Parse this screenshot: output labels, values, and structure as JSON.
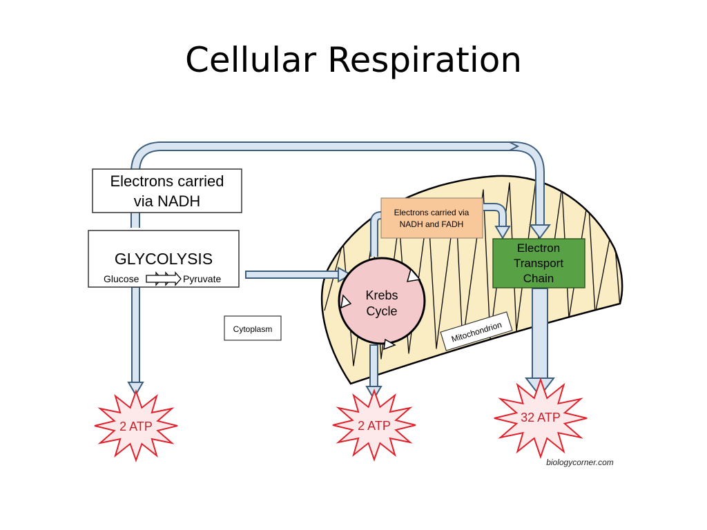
{
  "slide": {
    "title": "Cellular Respiration"
  },
  "diagram": {
    "electrons_nadh": {
      "line1": "Electrons carried",
      "line2": "via NADH"
    },
    "glycolysis": {
      "title": "GLYCOLYSIS",
      "glucose": "Glucose",
      "pyruvate": "Pyruvate"
    },
    "cytoplasm": "Cytoplasm",
    "electrons_nadh_fadh": {
      "line1": "Electrons carried via",
      "line2": "NADH and FADH"
    },
    "krebs": {
      "line1": "Krebs",
      "line2": "Cycle"
    },
    "etc": {
      "line1": "Electron",
      "line2": "Transport",
      "line3": "Chain"
    },
    "mitochondrion": "Mitochondrion",
    "atp_glycolysis": "2 ATP",
    "atp_krebs": "2 ATP",
    "atp_etc": "32 ATP",
    "credit": "biologycorner.com"
  },
  "colors": {
    "mitochondrion_fill": "#fbedc3",
    "arrow_fill": "#d9e6f2",
    "arrow_stroke": "#3d5d7c",
    "krebs_fill": "#f3c9cc",
    "etc_fill": "#58a145",
    "nadh_fadh_fill": "#f8c89a",
    "star_stroke": "#e0202a",
    "star_fill": "#fde9ea"
  }
}
